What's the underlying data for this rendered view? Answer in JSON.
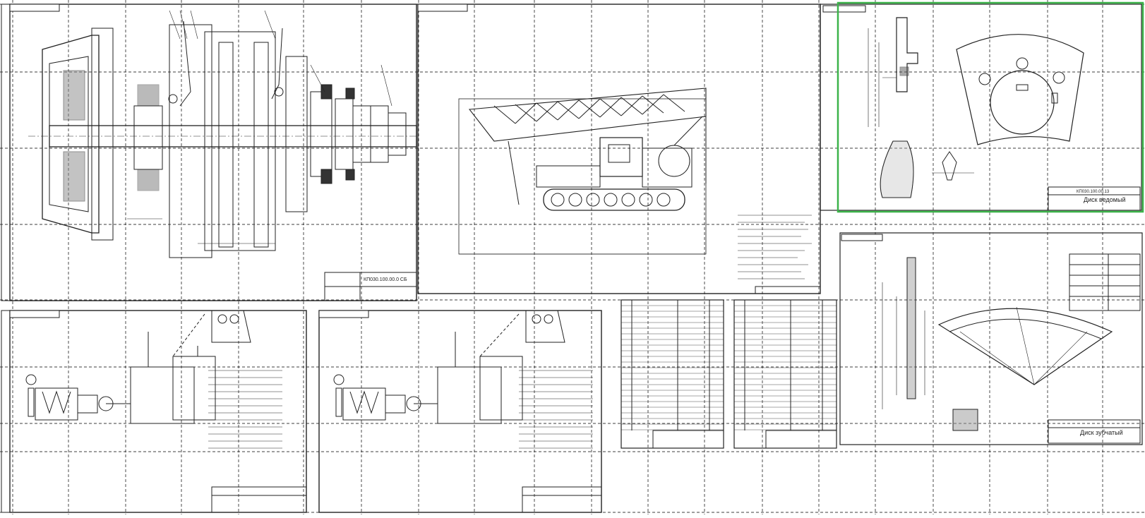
{
  "layout": "engineering-drawing-sheet-grid",
  "colors": {
    "ink": "#222222",
    "grid": "#000000",
    "selection": "#3cb34a",
    "background": "#ffffff"
  },
  "sheets": [
    {
      "id": "gearbox-assembly",
      "content": "sectional assembly drawing of a shaft and gear train"
    },
    {
      "id": "crawler-crane",
      "content": "side view of a crawler tractor with a lattice boom"
    },
    {
      "id": "drive-disk",
      "content": "part drawing of a drive disk, selected"
    },
    {
      "id": "gear-disk",
      "content": "part drawing of a toothed disk"
    },
    {
      "id": "kinematic-scheme-a",
      "content": "kinematic diagram"
    },
    {
      "id": "kinematic-scheme-b",
      "content": "kinematic diagram"
    },
    {
      "id": "spec-list-a",
      "content": "parts specification table"
    },
    {
      "id": "spec-list-b",
      "content": "parts specification table"
    }
  ]
}
